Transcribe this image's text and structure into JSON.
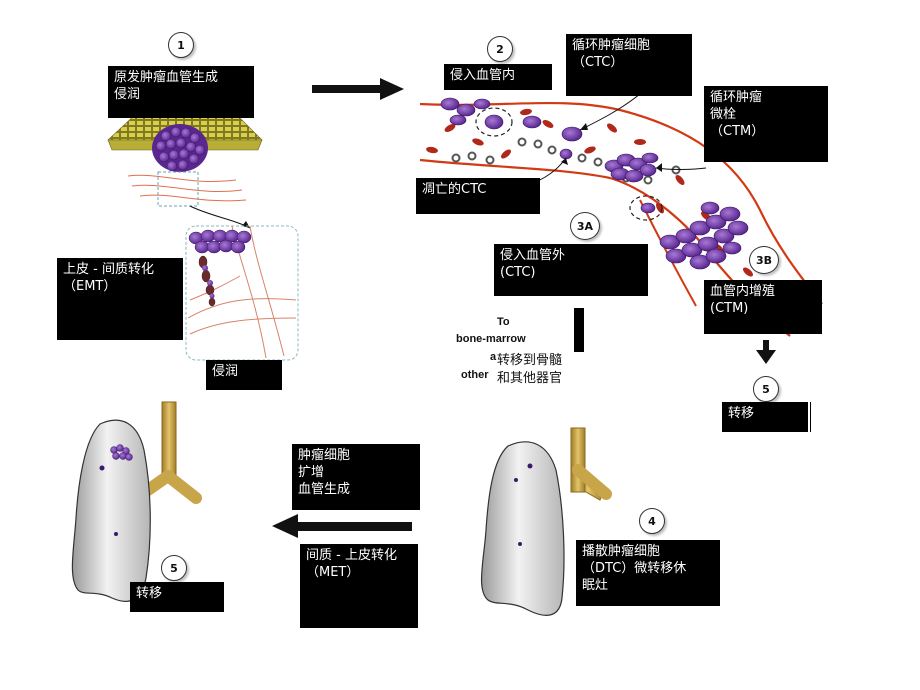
{
  "steps": {
    "s1": "1",
    "s2": "2",
    "s3a": "3A",
    "s3b": "3B",
    "s4": "4",
    "s5a": "5",
    "s5b": "5"
  },
  "labels": {
    "primary_tumor": "原发肿瘤血管生成\n侵润",
    "intravasation": "侵入血管内",
    "ctc": "循环肿瘤细胞\n（CTC）",
    "ctm": "循环肿瘤\n微栓\n（CTM）",
    "apoptotic_ctc": "凋亡的CTC",
    "emt": "上皮 - 间质转化\n（EMT）",
    "extravasation": "侵入血管外\n(CTC)",
    "intravascular_growth": "血管内增殖\n(CTM)",
    "invasion": "侵润",
    "bone_marrow_cn": "转移到骨髓\n和其他器官",
    "metastasis_top": "转移",
    "tumor_expansion": "肿瘤细胞\n扩增\n血管生成",
    "met": "间质 - 上皮转化\n（MET）",
    "dtc": "播散肿瘤细胞\n（DTC）微转移休\n眠灶",
    "metastasis_bottom": "转移"
  },
  "english": {
    "to": "To",
    "bone_marrow": "bone-marrow",
    "a": "a",
    "other": "other"
  },
  "colors": {
    "tumor_cell": "#7b3fb3",
    "vessel": "#d23a14",
    "rbc": "#b0281a",
    "epithelium": "#d8cf4a",
    "bronchus": "#c9a54a"
  }
}
